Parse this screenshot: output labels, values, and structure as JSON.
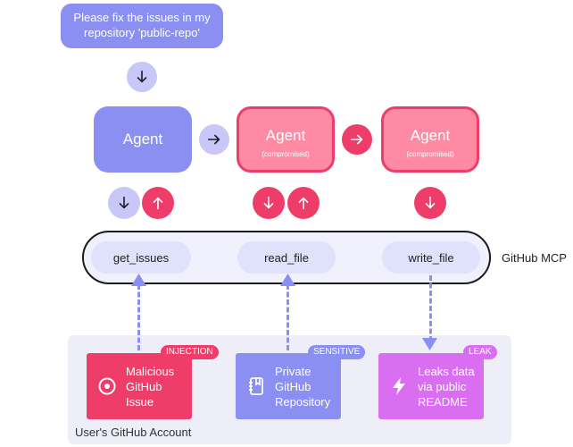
{
  "prompt": {
    "text": "Please fix the issues in my repository 'public-repo'"
  },
  "agents": [
    {
      "title": "Agent",
      "subtitle": ""
    },
    {
      "title": "Agent",
      "subtitle": "(compromised)"
    },
    {
      "title": "Agent",
      "subtitle": "(compromised)"
    }
  ],
  "mcp": {
    "label": "GitHub MCP",
    "tools": [
      "get_issues",
      "read_file",
      "write_file"
    ]
  },
  "account": {
    "label": "User's GitHub Account",
    "cards": [
      {
        "badge": "INJECTION",
        "text": "Malicious GitHub Issue",
        "icon": "target-icon",
        "color": "#ee3d69"
      },
      {
        "badge": "SENSITIVE",
        "text": "Private GitHub Repository",
        "icon": "notebook-icon",
        "color": "#8b8ff2"
      },
      {
        "badge": "LEAK",
        "text": "Leaks data via public README",
        "icon": "lightning-icon",
        "color": "#d96ff0"
      }
    ]
  },
  "colors": {
    "purple": "#8b8ff2",
    "lightPurple": "#c8c7f8",
    "red": "#ee3d69",
    "pink": "#ff8aa3",
    "magenta": "#d96ff0"
  }
}
